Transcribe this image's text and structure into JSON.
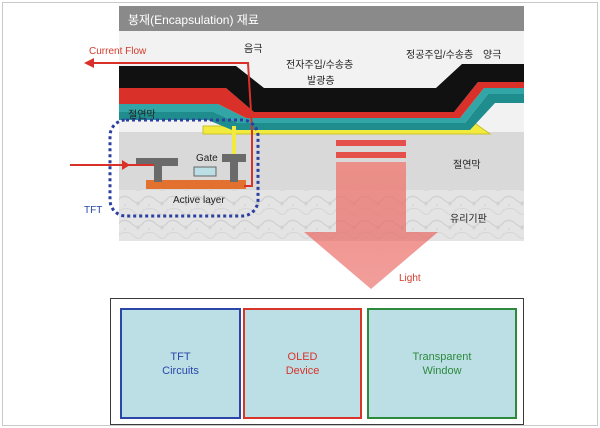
{
  "title": "봉재(Encapsulation) 재료",
  "labels": {
    "current_flow": "Current Flow",
    "cathode": "음극",
    "electron_layer": "전자주입/수송층",
    "emission_layer": "발광층",
    "hole_layer": "정공주입/수송층",
    "anode": "양극",
    "insulator_left": "절연막",
    "insulator_right": "절연막",
    "gate": "Gate",
    "active_layer": "Active layer",
    "tft": "TFT",
    "glass_substrate": "유리기판",
    "light": "Light"
  },
  "boxes": [
    {
      "label": "TFT\nCircuits",
      "color": "#2a46a8"
    },
    {
      "label": "OLED\nDevice",
      "color": "#d8342a"
    },
    {
      "label": "Transparent\nWindow",
      "color": "#2d8a3c"
    }
  ],
  "colors": {
    "cathode": "#111111",
    "electron_layer": "#d9302a",
    "emission_layer": "#1f8d8d",
    "anode": "#f2ea3c",
    "tft_outline": "#2b3fa0",
    "light_arrow": "#e6504a",
    "box_fill": "#bcdfe6"
  }
}
